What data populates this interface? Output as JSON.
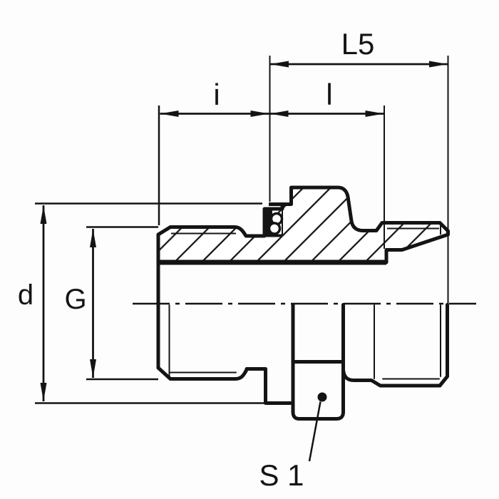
{
  "drawing": {
    "background": "#fdfdfd",
    "line_color": "#141414",
    "labels": {
      "l5": "L5",
      "i": "i",
      "l": "l",
      "d": "d",
      "g": "G",
      "s1": "S 1"
    }
  }
}
